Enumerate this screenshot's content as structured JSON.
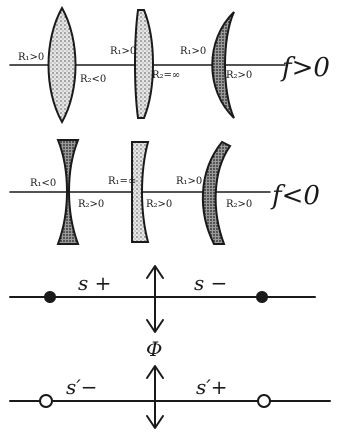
{
  "converging": {
    "label": "f>0",
    "lens1": {
      "r1": "R₁>0",
      "r2": "R₂<0"
    },
    "lens2": {
      "r1": "R₁>0",
      "r2": "R₂=∞"
    },
    "lens3": {
      "r1": "R₁>0",
      "r2": "R₂>0"
    }
  },
  "diverging": {
    "label": "f<0",
    "lens1": {
      "r1": "R₁<0",
      "r2": "R₂>0"
    },
    "lens2": {
      "r1": "R₁=∞",
      "r2": "R₂>0"
    },
    "lens3": {
      "r1": "R₁>0",
      "r2": "R₂>0"
    }
  },
  "object_side": {
    "left": "s +",
    "right": "s −"
  },
  "image_side": {
    "left": "s′−",
    "right": "s′+"
  },
  "symbol": "Φ"
}
